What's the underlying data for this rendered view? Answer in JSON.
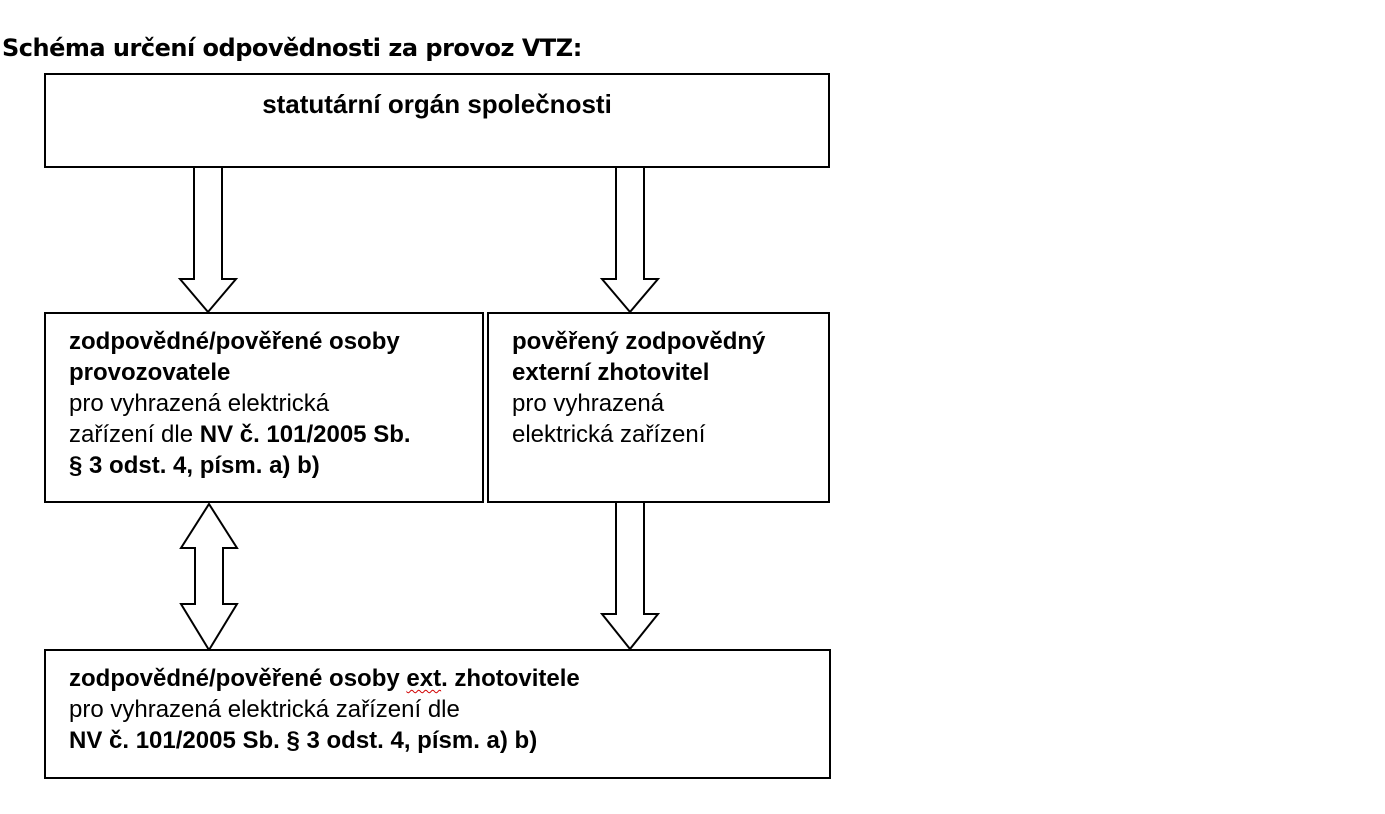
{
  "heading": "Schéma určení odpovědnosti za provoz VTZ:",
  "top_box": {
    "title": "statutární orgán společnosti"
  },
  "left_box": {
    "line1": "zodpovědné/pověřené osoby",
    "line2": "provozovatele",
    "line3": "pro vyhrazená elektrická",
    "line4_prefix": "zařízení dle ",
    "line4_bold": "NV č. 101/2005 Sb.",
    "line5": "§ 3 odst. 4, písm. a) b)"
  },
  "right_box": {
    "line1": "pověřený zodpovědný",
    "line2": "externí zhotovitel",
    "line3": "pro vyhrazená",
    "line4": "elektrická zařízení"
  },
  "bottom_box": {
    "line1_prefix": "zodpovědné/pověřené osoby ",
    "line1_flagged": "ext",
    "line1_suffix": ". zhotovitele",
    "line2": "pro vyhrazená elektrická zařízení dle",
    "line3": "NV č. 101/2005 Sb. § 3 odst. 4, písm. a) b)"
  },
  "colors": {
    "lines": "#000000",
    "background": "#ffffff",
    "spellcheck_underline": "#d00000"
  }
}
